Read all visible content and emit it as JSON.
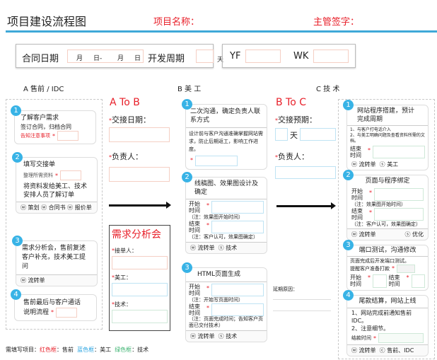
{
  "header": {
    "title": "项目建设流程图",
    "project_name_label": "项目名称：",
    "supervisor_label": "主管签字："
  },
  "contract": {
    "date_label": "合同日期",
    "month1": "月",
    "day1": "日-",
    "month2": "月",
    "day2": "日",
    "cycle_label": "开发周期",
    "day_unit": "天",
    "yf_label": "YF",
    "wk_label": "WK"
  },
  "sections": {
    "a": "A  售前 / IDC",
    "b": "B  美 工",
    "c": "C  技 术"
  },
  "colA": {
    "cards": [
      {
        "num": "1",
        "title": "了解客户需求",
        "line": "签订合同，归档合同",
        "red_label": "告知注意事项"
      },
      {
        "num": "2",
        "title": "填写交接单",
        "field": "整理所需资料",
        "body": "将资料发给美工、技术安排人员了解订单",
        "tags": [
          "策划",
          "合同书",
          "报价单"
        ]
      },
      {
        "num": "3",
        "body": "需求分析会，售前复述客户补充，技术美工提问",
        "tags": [
          "流转单"
        ]
      },
      {
        "num": "4",
        "body1": "售前最后与客户通话",
        "body2": "说明流程"
      }
    ]
  },
  "atob": {
    "title": "A To B",
    "date_label": "交接日期：",
    "owner_label": "负责人："
  },
  "meeting": {
    "title": "需求分析会",
    "receiver": "接单人：",
    "designer": "美工：",
    "tech": "技术："
  },
  "legend": {
    "prefix": "需填写项目：",
    "red": "红色框",
    "red_desc": "：售前",
    "blue": "蓝色框",
    "blue_desc": "：美工",
    "green": "绿色框",
    "green_desc": "：技术"
  },
  "colB": {
    "cards": [
      {
        "num": "1",
        "title": "二次沟通，确定负责人联系方式",
        "body": "设计前与客户沟通准确掌握网站需求，防止后期返工，影响工作进度。"
      },
      {
        "num": "2",
        "title": "线稿图、效果图设计及确定",
        "start": "开始时间",
        "start_note": "（注：效果图开始时间）",
        "end": "结束时间",
        "end_note": "（注：客户认可，效果图确定）",
        "tags": [
          "流转单",
          "技术"
        ]
      },
      {
        "num": "3",
        "title": "HTML页面生成",
        "start": "开始时间",
        "start_note": "（注：开始写页面时间）",
        "end": "结束时间",
        "end_note": "（注：页面完成时间；告知客户页面已交付技术）",
        "tags": [
          "流转单",
          "技术"
        ]
      }
    ]
  },
  "btoc": {
    "title": "B To C",
    "date_label": "交接预期：",
    "day_unit": "天",
    "owner_label": "负责人：",
    "delay_label": "延期原因："
  },
  "colC": {
    "cards": [
      {
        "num": "1",
        "title": "网站程序搭建，预计完成周期",
        "notes": [
          "1、与客户打电话介入",
          "2、与美工明确问题及查看资料所需的文档。"
        ],
        "end": "结束时间",
        "tags": [
          "流转单",
          "美工"
        ]
      },
      {
        "num": "2",
        "title": "页面与程序绑定",
        "start": "开始时间",
        "start_note": "（注：效果图开始时间）",
        "end": "结束时间",
        "end_note": "（注：客户认可，效果图确定）",
        "tags": [
          "流转单",
          "优化"
        ]
      },
      {
        "num": "3",
        "title": "端口测试，沟通修改",
        "line1": "页面完成后开发端口测试。",
        "line2": "提醒客户准备打款",
        "start": "开始时间",
        "end": "结束时间"
      },
      {
        "num": "4",
        "title": "尾款结算，网站上线",
        "line1": "1、网站完成前通知售前IDC。",
        "line2": "2、注意细节。",
        "pay": "结款时间",
        "tags": [
          "流转单",
          "售前、IDC"
        ]
      }
    ]
  }
}
